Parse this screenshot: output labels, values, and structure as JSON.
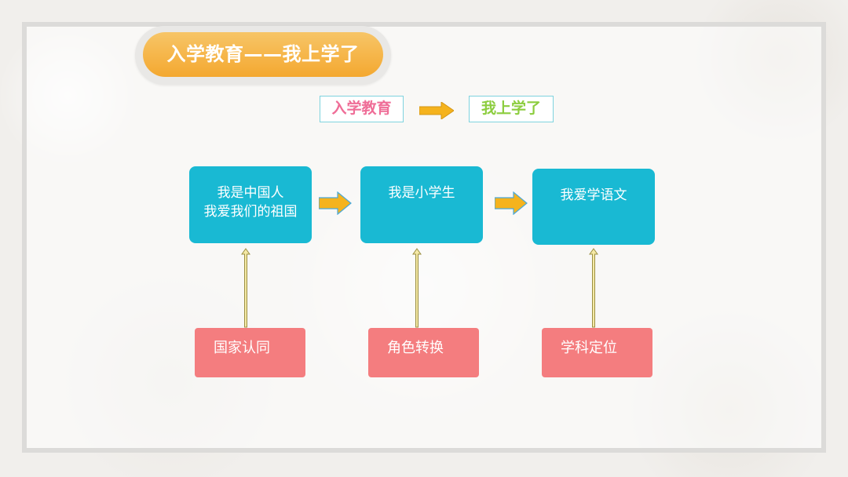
{
  "title": "入学教育——我上学了",
  "theme_labels": {
    "left": "入学教育",
    "right": "我上学了"
  },
  "flow_nodes": [
    {
      "lines": [
        "我是中国人",
        "我爱我们的祖国"
      ]
    },
    {
      "lines": [
        "我是小学生"
      ]
    },
    {
      "lines": [
        "我爱学语文"
      ]
    }
  ],
  "source_boxes": [
    "国家认同",
    "角色转换",
    "学科定位"
  ],
  "colors": {
    "node_fill": "#19b9d3",
    "source_fill": "#f47d7f",
    "title_fill": "#f4a830",
    "arrow_fill": "#f5b31d",
    "label_left_text": "#ef6d97",
    "label_right_text": "#8ccd3e",
    "label_border": "#7fd3de"
  }
}
